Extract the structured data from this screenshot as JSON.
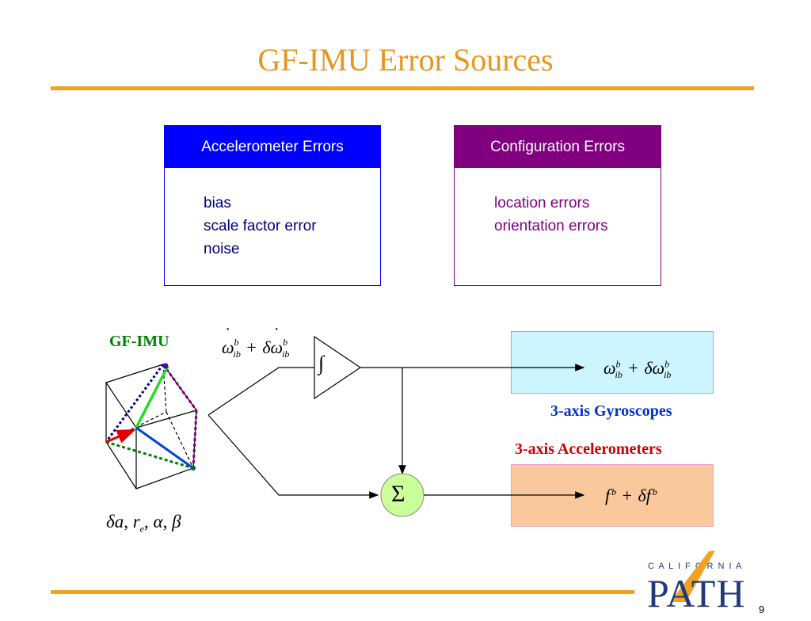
{
  "slide": {
    "title": "GF-IMU Error Sources",
    "page_number": "9"
  },
  "accelerometer_errors": {
    "header": "Accelerometer Errors",
    "items": [
      "bias",
      "scale factor error",
      "noise"
    ],
    "color": "#0000ff",
    "text_color": "#000080"
  },
  "configuration_errors": {
    "header": "Configuration Errors",
    "items": [
      "location errors",
      "orientation errors"
    ],
    "color": "#800080"
  },
  "diagram": {
    "imu_label": "GF-IMU",
    "imu_label_color": "#008000",
    "gyro_label": "3-axis Gyroscopes",
    "gyro_label_color": "#0033cc",
    "gyro_fill": "#ccf5ff",
    "accel_label": "3-axis Accelerometers",
    "accel_label_color": "#cc0000",
    "accel_fill": "#f9c89c",
    "integrator_symbol": "∫",
    "sum_symbol": "Σ",
    "sum_fill": "#ccff99",
    "symbols": {
      "omega": "ω",
      "delta": "δ",
      "plus": "+",
      "ib": "ib",
      "b": "b",
      "f": "f",
      "a": "a",
      "r": "r",
      "e": "e",
      "alpha": "α",
      "beta": "β",
      "comma": ","
    }
  },
  "logo": {
    "top_text": "C A L I F O R N I A",
    "main_text": "PATH",
    "color": "#1f3a7a",
    "accent": "#f0a323"
  }
}
